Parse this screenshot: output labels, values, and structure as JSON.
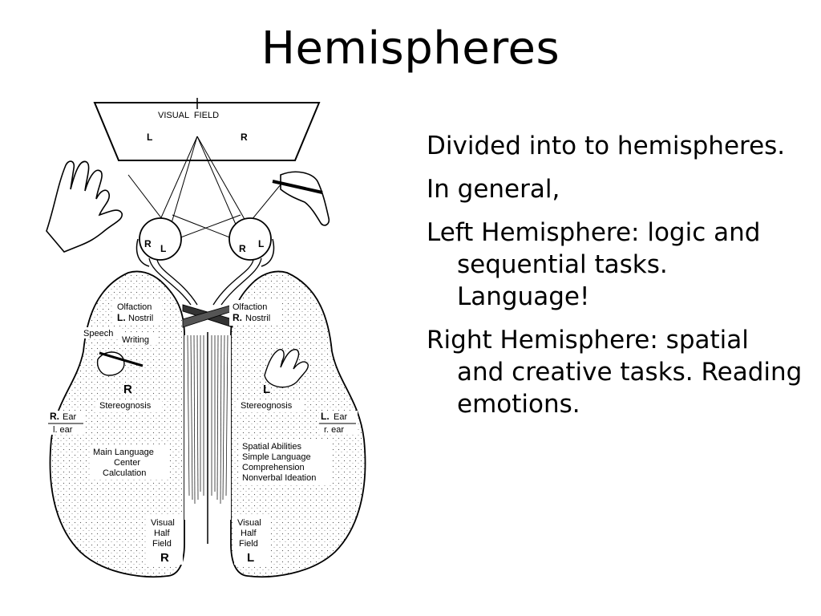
{
  "slide": {
    "title": "Hemispheres",
    "bullets": [
      "Divided into to hemispheres.",
      "In general,",
      "Left Hemisphere: logic and sequential tasks. Language!",
      "Right Hemisphere: spatial and creative tasks. Reading emotions."
    ]
  },
  "diagram": {
    "visual_field": "VISUAL  FIELD",
    "field_left": "L",
    "field_right": "R",
    "eye_left": [
      "R",
      "L"
    ],
    "eye_right": [
      "R",
      "L"
    ],
    "left_hemi": {
      "olfaction": "Olfaction",
      "nostril_side": "L.",
      "nostril": "Nostril",
      "speech": "Speech",
      "writing": "Writing",
      "hand": "R",
      "stereognosis": "Stereognosis",
      "ear_side": "R.",
      "ear": "Ear",
      "ear_minor": "l. ear",
      "function_1": "Main Language",
      "function_2": "Center",
      "function_3": "Calculation",
      "visual_1": "Visual",
      "visual_2": "Half",
      "visual_3": "Field",
      "visual_side": "R"
    },
    "right_hemi": {
      "olfaction": "Olfaction",
      "nostril_side": "R.",
      "nostril": "Nostril",
      "hand": "L",
      "stereognosis": "Stereognosis",
      "ear_side": "L.",
      "ear": "Ear",
      "ear_minor": "r. ear",
      "function_1": "Spatial Abilities",
      "function_2": "Simple Language",
      "function_3": "Comprehension",
      "function_4": "Nonverbal Ideation",
      "visual_1": "Visual",
      "visual_2": "Half",
      "visual_3": "Field",
      "visual_side": "L"
    }
  }
}
